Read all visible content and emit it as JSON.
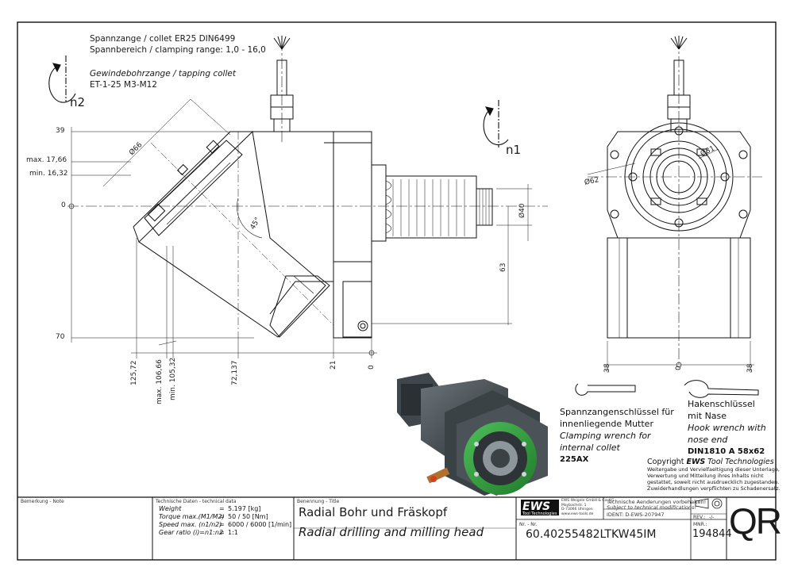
{
  "notes": {
    "collet_line": "Spannzange / collet   ER25   DIN6499",
    "range_line": "Spannbereich / clamping range: 1,0 - 16,0",
    "tap_title": "Gewindebohrzange / tapping collet",
    "tap_spec": "ET-1-25   M3-M12"
  },
  "rotation_labels": {
    "n2": "n2",
    "n1": "n1"
  },
  "dimensions": {
    "d39": "39",
    "max17": "max. 17,66",
    "min16": "min. 16,32",
    "zero_left": "0",
    "d70": "70",
    "dia66": "Ø66",
    "angle45": "45°",
    "dia40": "Ø40",
    "d63": "63",
    "d125": "125,72",
    "d106": "max. 106,66",
    "d105": "min. 105,32",
    "d72": "72,137",
    "d21": "21",
    "zero_bottom": "0",
    "dia62": "Ø62",
    "dia31": "Ø31",
    "r38_left": "38",
    "r0": "0",
    "r38_right": "38"
  },
  "wrench1": {
    "line1": "Spannzangenschlüssel für",
    "line2": "innenliegende Mutter",
    "line3": "Clamping wrench for",
    "line4": "internal collet",
    "code": "225AX"
  },
  "wrench2": {
    "line1": "Hakenschlüssel",
    "line2": "mit Nase",
    "line3": "Hook wrench with",
    "line4": "nose end",
    "code": "DIN1810  A  58x62"
  },
  "copyright": {
    "prefix": "Copyright ",
    "brand": "EWS",
    "company": " Tool Technologies",
    "lines": [
      "Weitergabe und Vervielfaeltigung dieser Unterlage,",
      "Verwertung und Mitteilung ihres Inhalts nicht",
      "gestattet, soweit nicht ausdruecklich zugestanden.",
      "Zuwiderhandlungen verpflichten zu Schadenersatz."
    ]
  },
  "title_block": {
    "remark_label": "Bemerkung - Note",
    "tech_label": "Technische Daten - technical data",
    "tech": [
      {
        "label": "Weight",
        "sep": "=",
        "value": "5.197 [kg]"
      },
      {
        "label": "Torque max.(M1/M2)",
        "sep": "=",
        "value": "50 / 50 [Nm]"
      },
      {
        "label": "Speed max. (n1/n2)",
        "sep": "=",
        "value": "6000 / 6000 [1/min]"
      },
      {
        "label": "Gear ratio  (i)=n1:n2",
        "sep": "=",
        "value": "1:1"
      }
    ],
    "name_label": "Benennung - Title",
    "title_de": "Radial Bohr und Fräskopf",
    "title_en": "Radial drilling and milling head",
    "nr_label": "Nr. - Nr.",
    "part_no": "60.40255482LTKW45IM",
    "logo": "EWS",
    "logo_sub": "Tool Technologies",
    "company_lines": [
      "EWS Weigele GmbH & Co. KG",
      "Maybachstr. 1",
      "D-73066 Uhingen",
      "www.ews-tools.de"
    ],
    "change_de": "Technische Aenderungen vorbehalten!",
    "change_en": "Subject to technical modifications!",
    "ident": "IDENT:  D-EWS-207947",
    "rev_label": "REV.:",
    "rev_value": "-/-",
    "mnr_label": "MNR.:",
    "mnr_value": "194844",
    "qr": "QR"
  }
}
